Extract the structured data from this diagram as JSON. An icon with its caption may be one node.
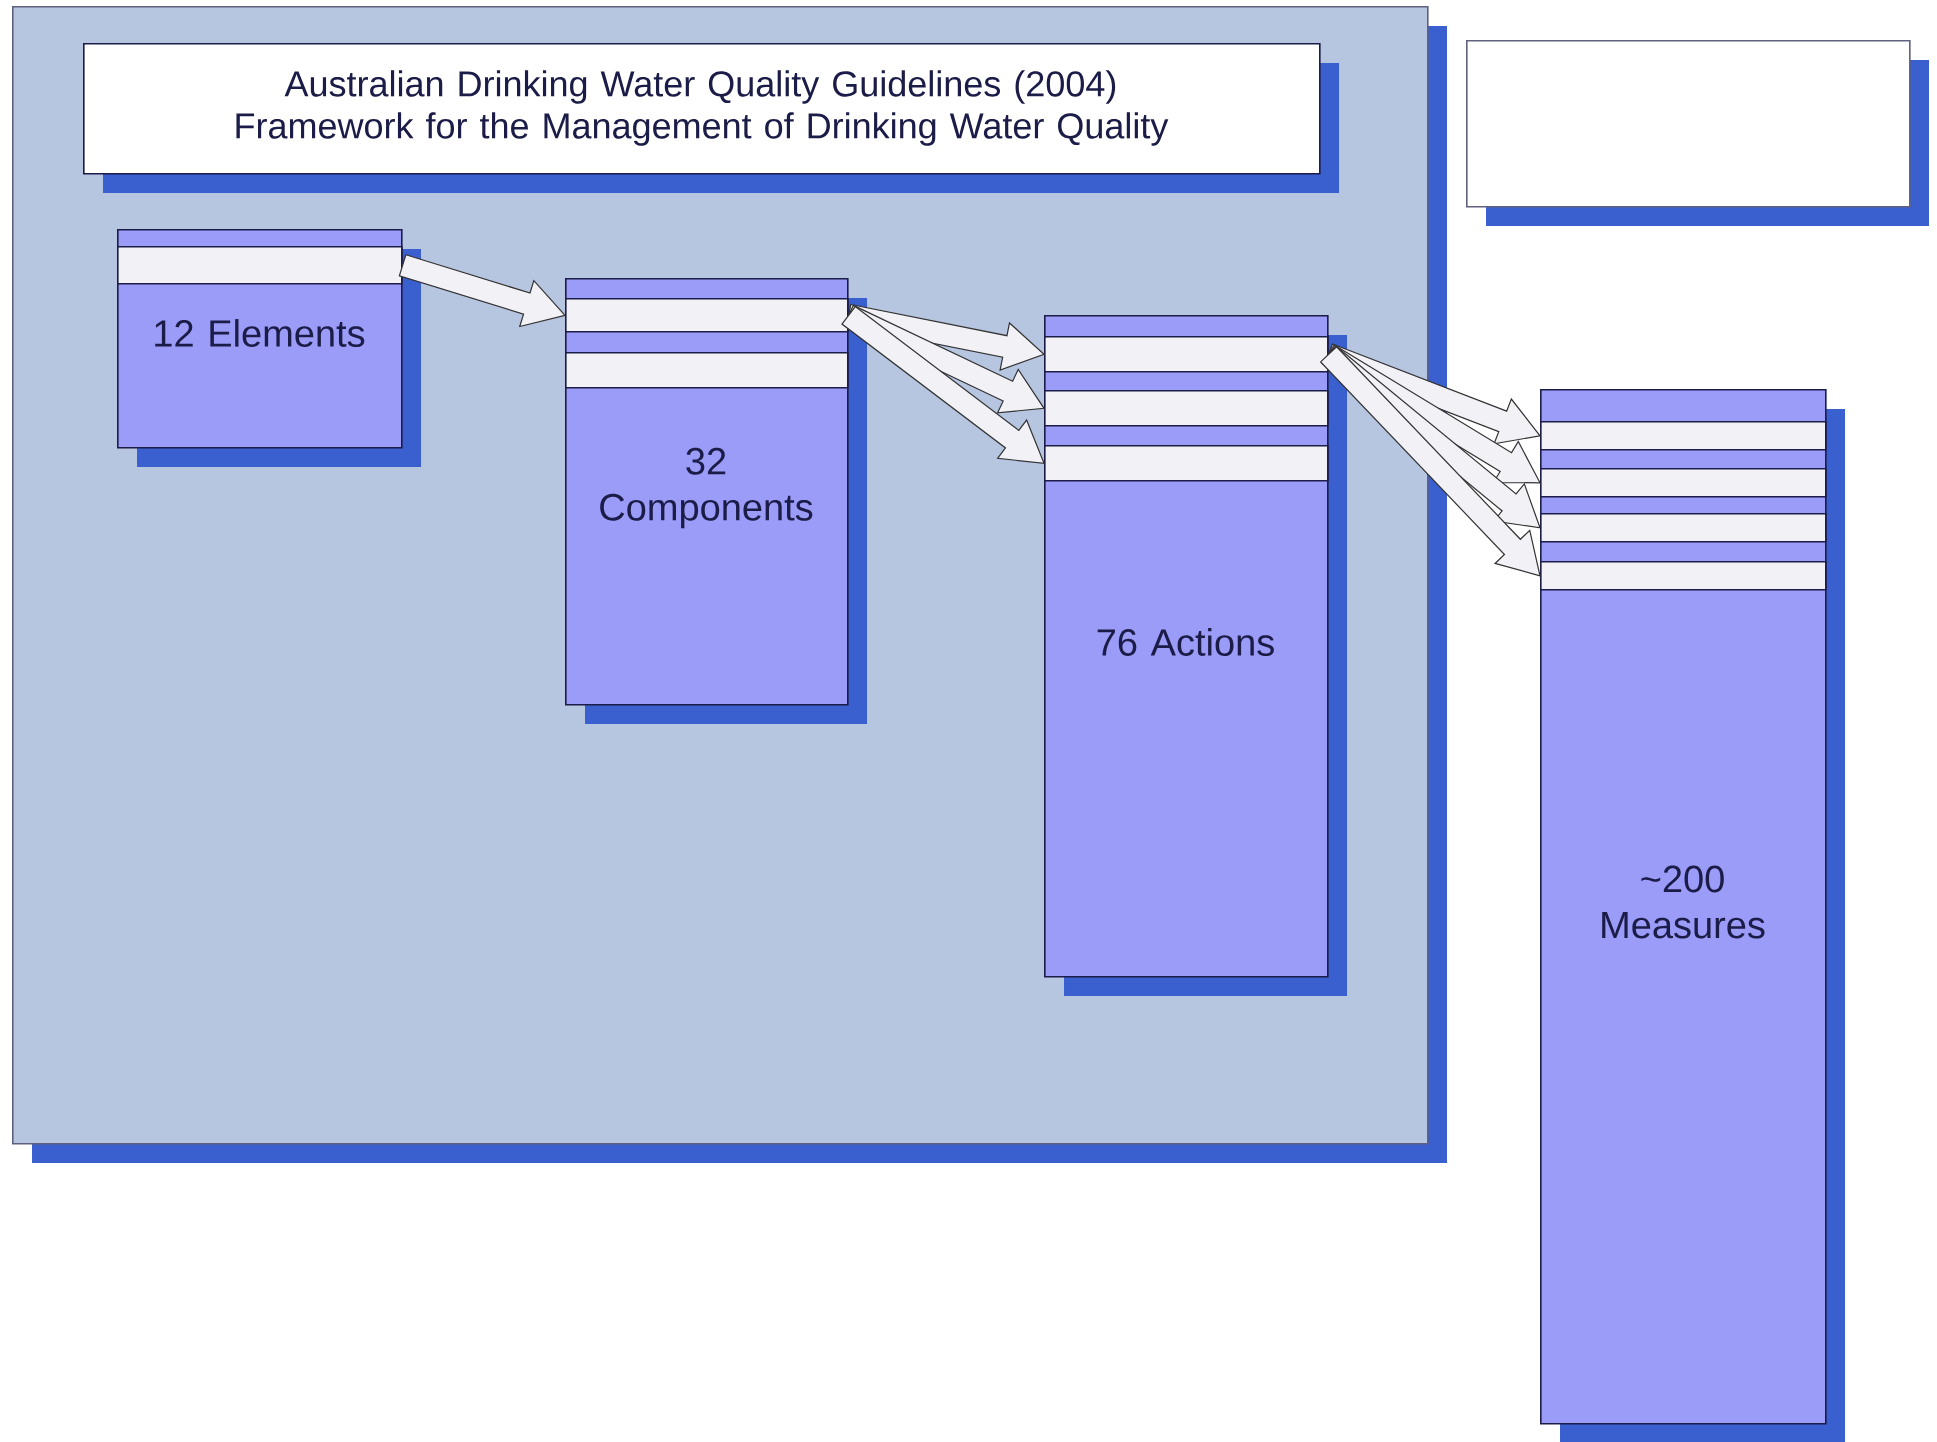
{
  "diagram": {
    "nodes": [
      {
        "text": [],
        "shape": "box"
      },
      {
        "text": [
          "Australian Drinking Water Quality Guidelines (2004) Framework for the Management of Drinking Water Quality"
        ],
        "in": 0
      },
      {
        "text": [],
        "shape": "box"
      },
      {
        "text": [
          "12 Elements"
        ],
        "in": 0
      },
      {
        "text": [],
        "shape": "bar",
        "in": 3
      },
      {
        "text": [
          "32 Components"
        ],
        "in": 0
      },
      {
        "text": [],
        "shape": "bar",
        "in": 5
      },
      {
        "text": [],
        "shape": "bar",
        "in": 5
      },
      {
        "text": [
          "76 Actions"
        ],
        "in": 0
      },
      {
        "text": [],
        "shape": "bar",
        "in": 8
      },
      {
        "text": [],
        "shape": "bar",
        "in": 8
      },
      {
        "text": [],
        "shape": "bar",
        "in": 8
      },
      {
        "text": [
          "~200 Measures"
        ]
      },
      {
        "text": [],
        "shape": "bar",
        "in": 12
      },
      {
        "text": [],
        "shape": "bar",
        "in": 12
      },
      {
        "text": [],
        "shape": "bar",
        "in": 12
      },
      {
        "text": [],
        "shape": "bar",
        "in": 12
      }
    ],
    "edges": [
      {
        "from": 4,
        "to": 6,
        "arrow": "to"
      },
      {
        "from": 6,
        "to": 9,
        "arrow": "to"
      },
      {
        "from": 6,
        "to": 10,
        "arrow": "to"
      },
      {
        "from": 6,
        "to": 11,
        "arrow": "to"
      },
      {
        "from": 9,
        "to": 13,
        "arrow": "to"
      },
      {
        "from": 9,
        "to": 14,
        "arrow": "to"
      },
      {
        "from": 9,
        "to": 15,
        "arrow": "to"
      },
      {
        "from": 9,
        "to": 16,
        "arrow": "to"
      }
    ]
  }
}
